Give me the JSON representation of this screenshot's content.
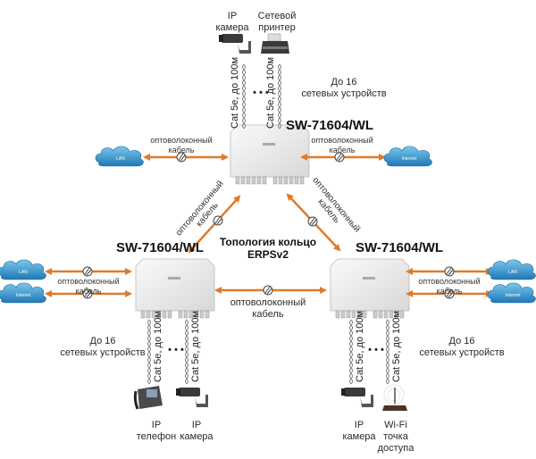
{
  "diagram": {
    "title_line1": "Топология кольцо",
    "title_line2": "ERPSv2",
    "accent_color": "#e07a2a",
    "cloud_color": "#2a8fc9",
    "switches": {
      "top": {
        "label": "SW-71604/WL"
      },
      "left": {
        "label": "SW-71604/WL"
      },
      "right": {
        "label": "SW-71604/WL"
      }
    },
    "clouds": {
      "top_left": "LAN",
      "top_right": "Internet",
      "left_lan": "LAN",
      "left_internet": "Internet",
      "right_lan": "LAN",
      "right_internet": "Internet"
    },
    "fiber_label_line1": "оптоволоконный",
    "fiber_label_line2": "кабель",
    "fiber_label_diag": "оптоволоконный",
    "fiber_label_diag2": "кабель",
    "copper_label": "Cat 5e, до 100м",
    "ellipsis": "• • •",
    "device_count": {
      "line1": "До 16",
      "line2": "сетевых устройств"
    },
    "devices": {
      "top": [
        {
          "icon": "ip-camera",
          "line1": "IP",
          "line2": "камера"
        },
        {
          "icon": "network-printer",
          "line1": "Сетевой",
          "line2": "принтер"
        }
      ],
      "left": [
        {
          "icon": "ip-phone",
          "line1": "IP",
          "line2": "телефон"
        },
        {
          "icon": "ip-camera",
          "line1": "IP",
          "line2": "камера"
        }
      ],
      "right": [
        {
          "icon": "ip-camera",
          "line1": "IP",
          "line2": "камера"
        },
        {
          "icon": "wifi-access-point",
          "line1": "Wi-Fi",
          "line2": "точка",
          "line3": "доступа"
        }
      ]
    }
  }
}
